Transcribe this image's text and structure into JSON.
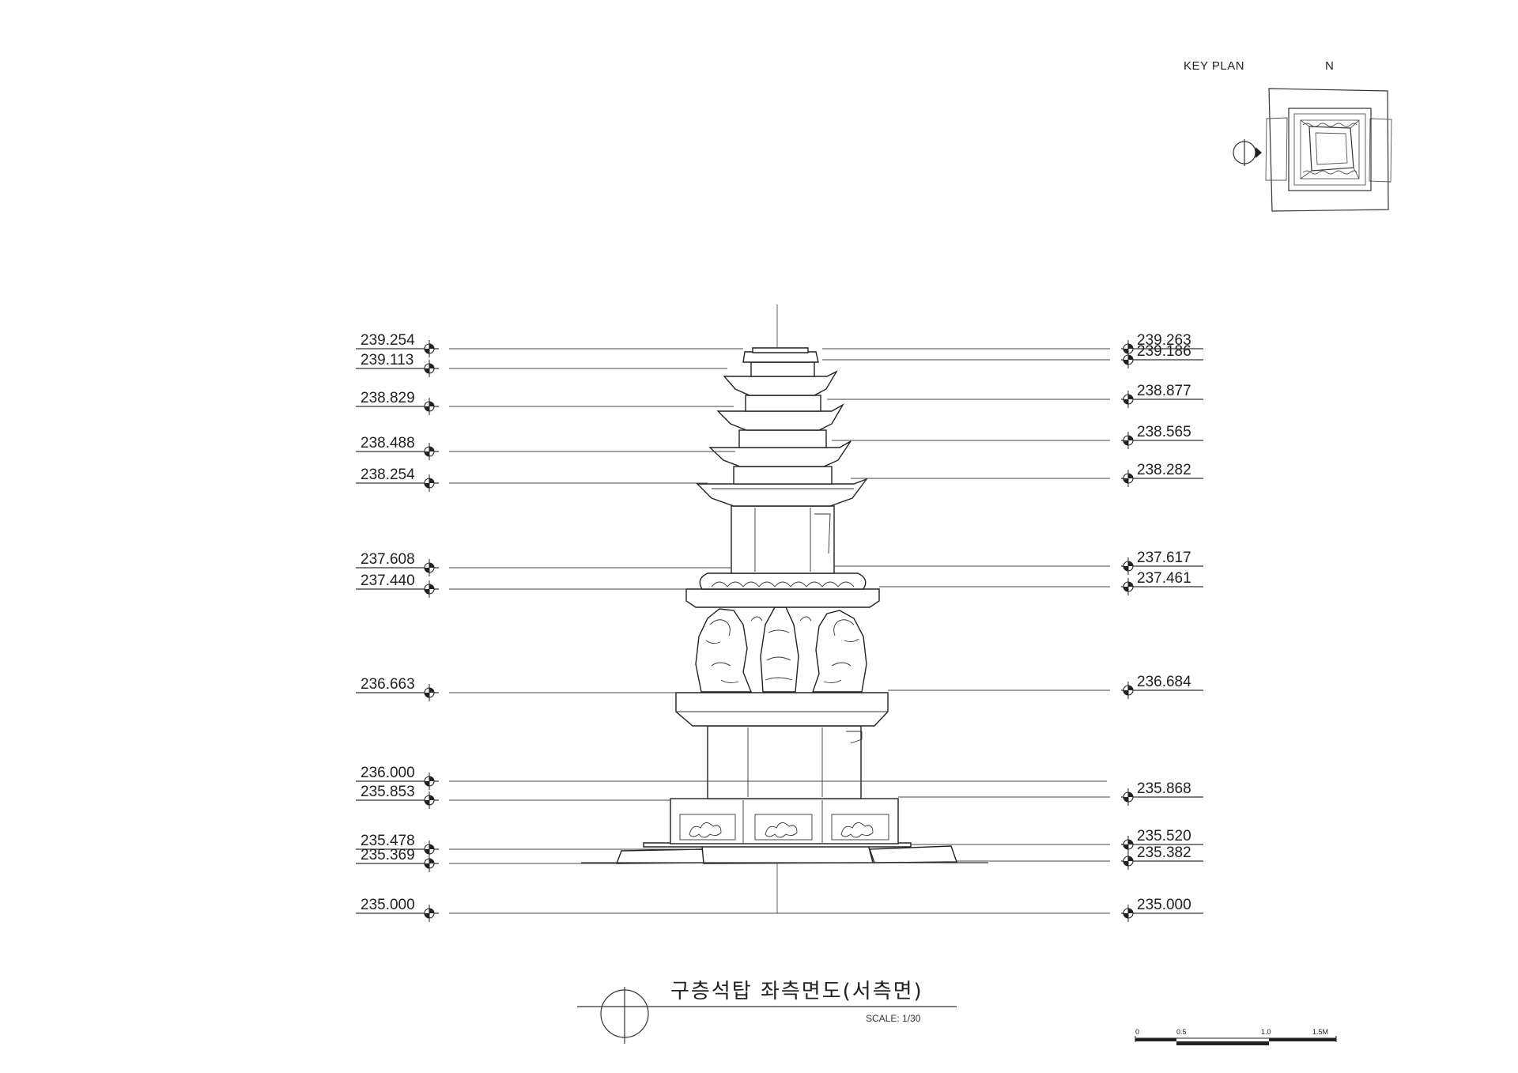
{
  "key_plan": {
    "label": "KEY  PLAN",
    "north": "N"
  },
  "title": {
    "main": "구층석탑 좌측면도(서측면)",
    "scale": "SCALE: 1/30"
  },
  "scale_bar": {
    "ticks": [
      "0",
      "0.5",
      "1.0",
      "1.5M"
    ]
  },
  "elevations_left": [
    "239.254",
    "239.113",
    "238.829",
    "238.488",
    "238.254",
    "237.608",
    "237.440",
    "236.663",
    "236.000",
    "235.853",
    "235.478",
    "235.369",
    "235.000"
  ],
  "elevations_right": [
    "239.263",
    "239.186",
    "238.877",
    "238.565",
    "238.282",
    "237.617",
    "237.461",
    "236.684",
    "235.868",
    "235.520",
    "235.382",
    "235.000"
  ]
}
